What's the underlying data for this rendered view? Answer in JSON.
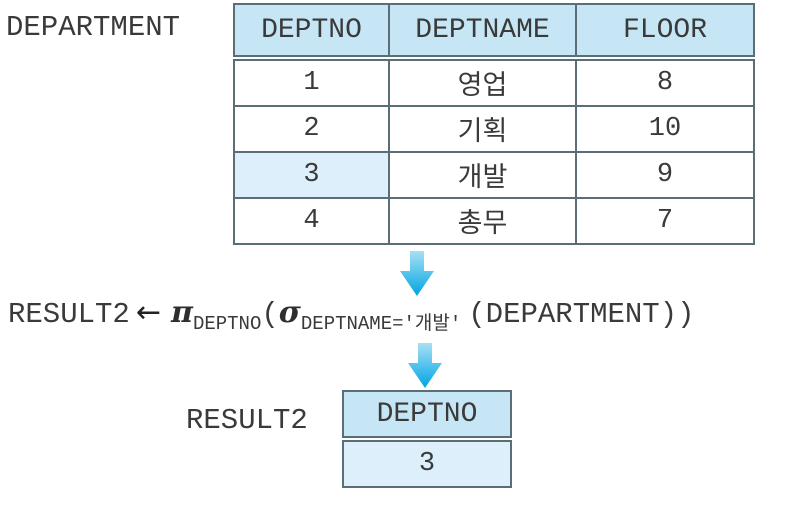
{
  "diagram": {
    "source_table": {
      "label": "DEPARTMENT",
      "columns": [
        "DEPTNO",
        "DEPTNAME",
        "FLOOR"
      ],
      "rows": [
        [
          "1",
          "영업",
          "8"
        ],
        [
          "2",
          "기획",
          "10"
        ],
        [
          "3",
          "개발",
          "9"
        ],
        [
          "4",
          "총무",
          "7"
        ]
      ],
      "highlighted_cell": {
        "row": 2,
        "col": 0
      }
    },
    "expression": {
      "result_name": "RESULT2",
      "assign_arrow": "←",
      "pi": "π",
      "pi_subscript": "DEPTNO",
      "open_paren": "(",
      "sigma": "σ",
      "sigma_subscript": "DEPTNAME='개발'",
      "tail": "(DEPARTMENT))"
    },
    "result_table": {
      "label": "RESULT2",
      "columns": [
        "DEPTNO"
      ],
      "rows": [
        [
          "3"
        ]
      ]
    },
    "icons": {
      "flow_arrow": "down-arrow-icon"
    },
    "colors": {
      "header_fill": "#c6e6f5",
      "highlight_fill": "#ddeffa",
      "border": "#5b6d77",
      "arrow_gradient_top": "#a7e0f6",
      "arrow_gradient_bottom": "#00a5e2",
      "text": "#3a3a3a"
    }
  }
}
